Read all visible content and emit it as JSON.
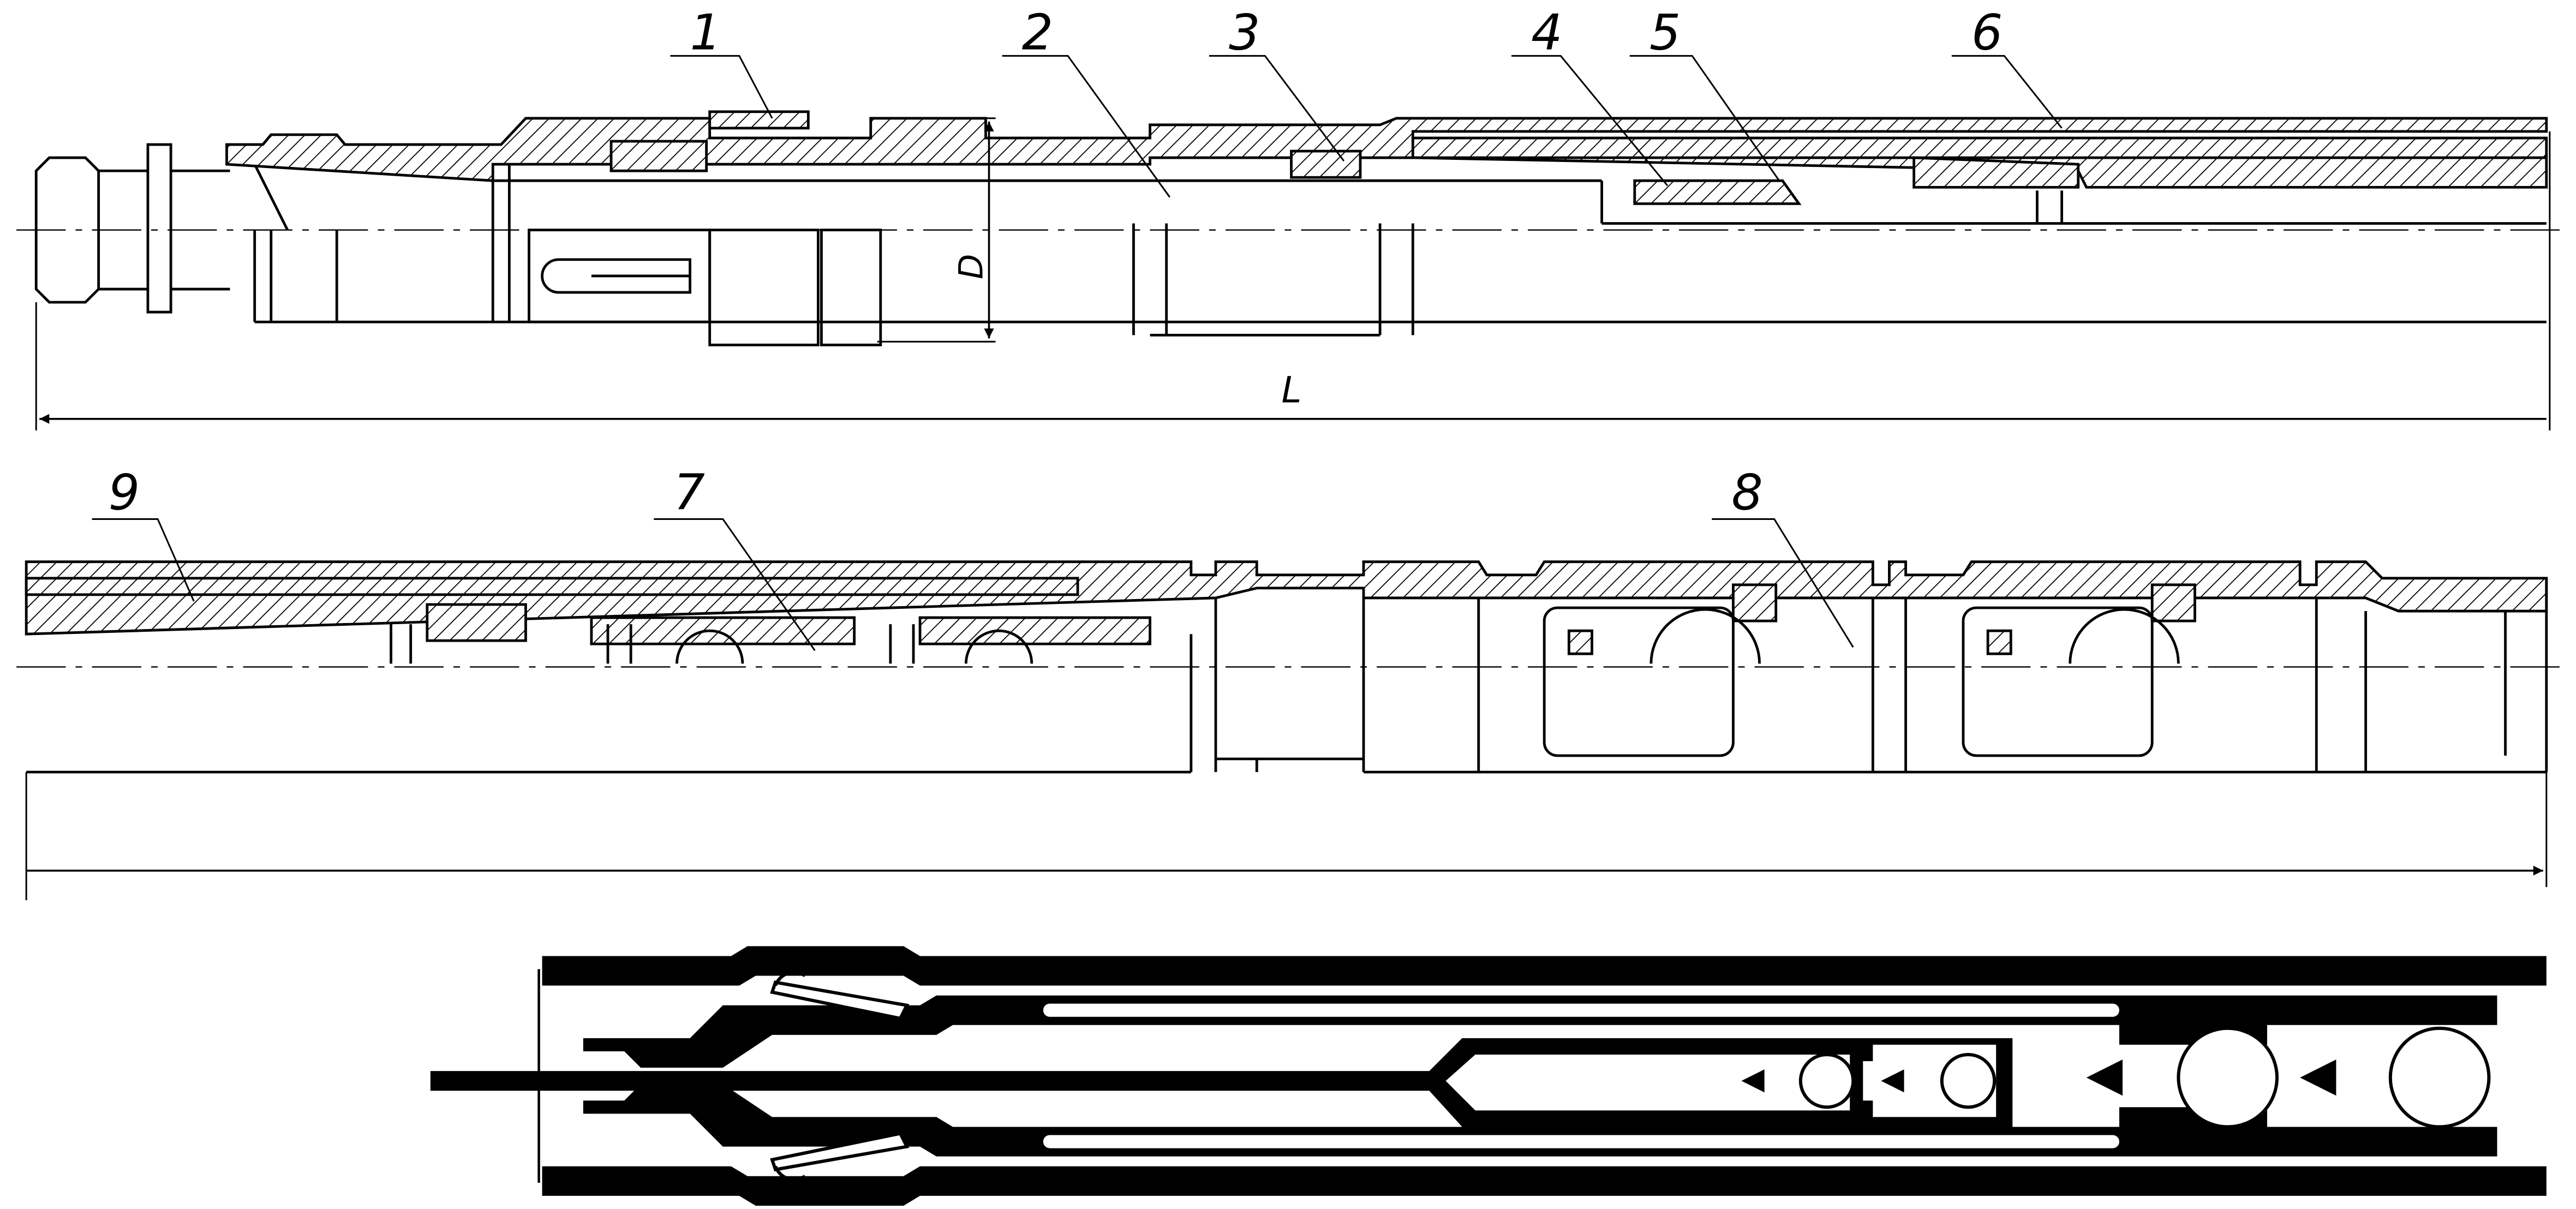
{
  "labels": {
    "p1": "1",
    "p2": "2",
    "p3": "3",
    "p4": "4",
    "p5": "5",
    "p6": "6",
    "p7": "7",
    "p8": "8",
    "p9": "9"
  },
  "dimensions": {
    "diameter": "D",
    "length": "L"
  },
  "colors": {
    "ink": "#000000",
    "paper": "#ffffff"
  }
}
